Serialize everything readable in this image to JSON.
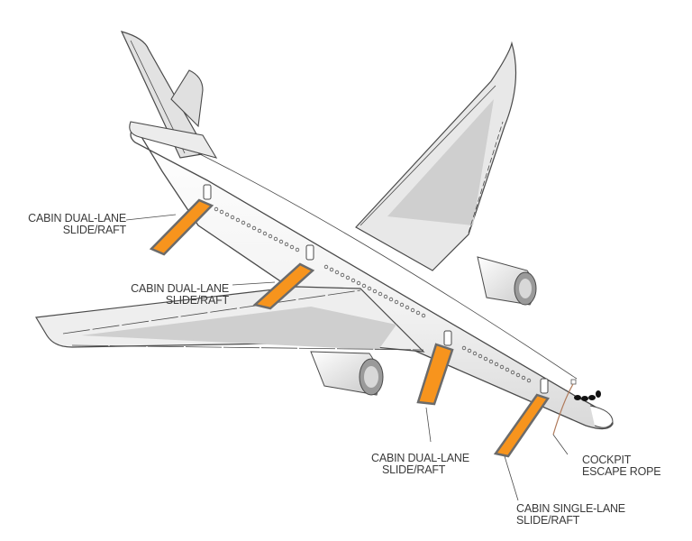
{
  "diagram": {
    "subject": "Aircraft emergency evacuation slides (left side view)",
    "colors": {
      "slide": "#F7941D",
      "slide_edge": "#6b6b6b",
      "fuselage": "#f4f4f4",
      "wing_shade": "#cfcfcf",
      "outline": "#4a4a4a",
      "rope": "#b07a5a"
    },
    "labels": [
      {
        "id": "slide-1",
        "line1": "CABIN DUAL-LANE",
        "line2": "SLIDE/RAFT"
      },
      {
        "id": "slide-2",
        "line1": "CABIN DUAL-LANE",
        "line2": "SLIDE/RAFT"
      },
      {
        "id": "slide-3",
        "line1": "CABIN DUAL-LANE",
        "line2": "SLIDE/RAFT"
      },
      {
        "id": "slide-4",
        "line1": "CABIN SINGLE-LANE",
        "line2": "SLIDE/RAFT"
      },
      {
        "id": "rope",
        "line1": "COCKPIT",
        "line2": "ESCAPE ROPE"
      }
    ]
  }
}
